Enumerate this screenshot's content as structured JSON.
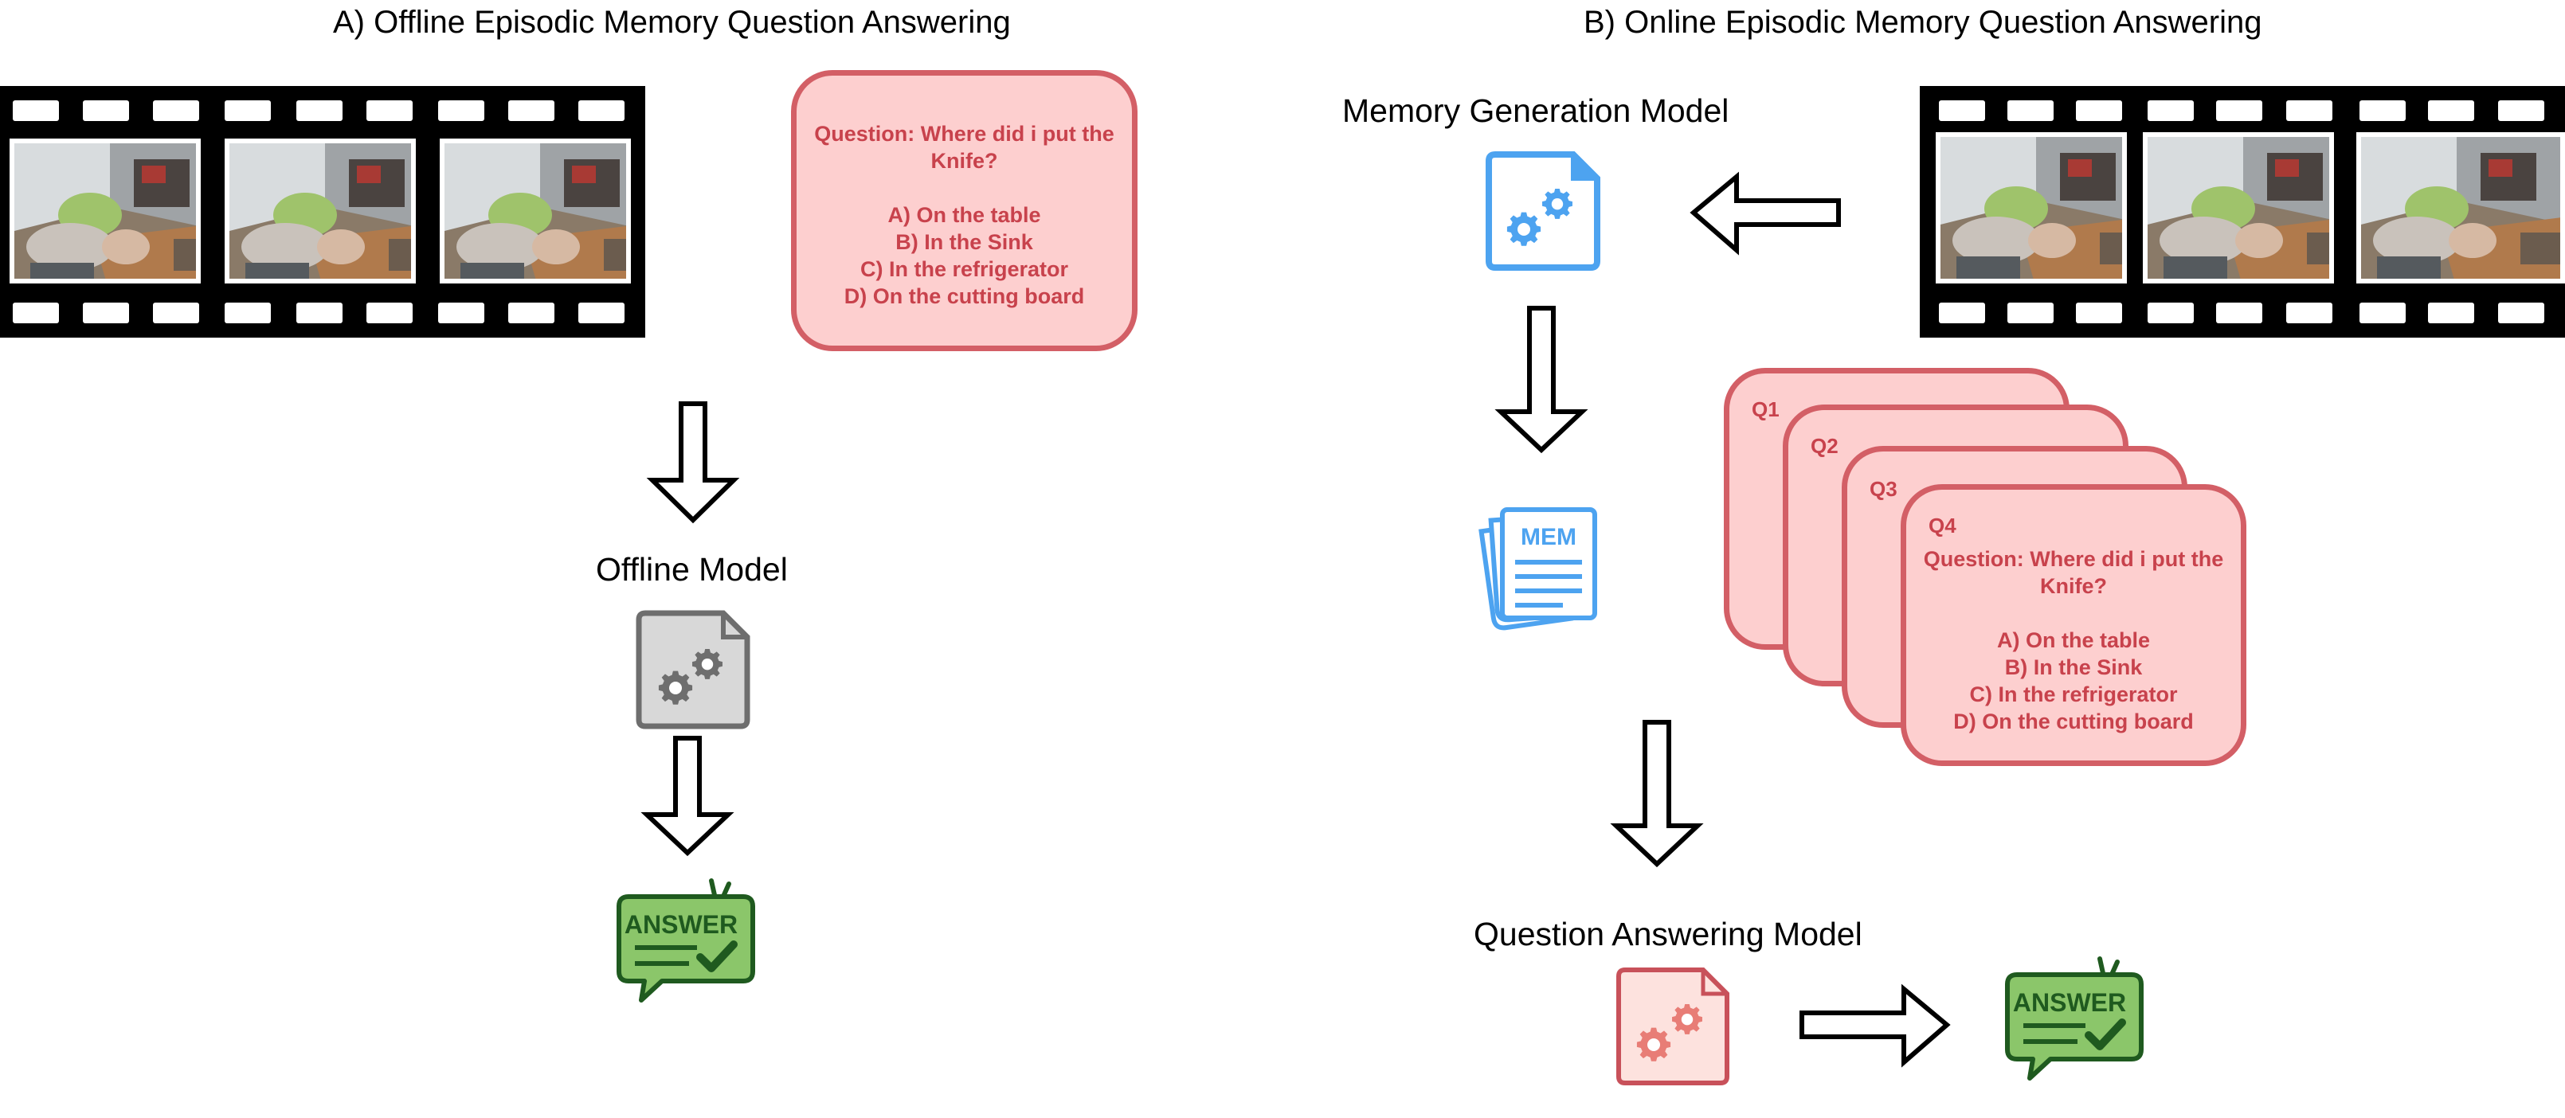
{
  "section_a": {
    "title": "A) Offline Episodic Memory Question Answering",
    "model_label": "Offline Model",
    "question": {
      "line1": "Question: Where did i put the",
      "line2": "Knife?",
      "options": [
        "A) On the table",
        "B) In the Sink",
        "C) In the refrigerator",
        "D) On the cutting board"
      ]
    },
    "answer_icon_text": "ANSWER"
  },
  "section_b": {
    "title": "B) Online Episodic Memory Question Answering",
    "memory_model_label": "Memory Generation Model",
    "qa_model_label": "Question Answering Model",
    "memory_icon_text": "MEM",
    "question_tags": [
      "Q1",
      "Q2",
      "Q3",
      "Q4"
    ],
    "question": {
      "line1": "Question: Where did i put the",
      "line2": "Knife?",
      "options": [
        "A) On the table",
        "B) In the Sink",
        "C) In the refrigerator",
        "D) On the cutting board"
      ]
    },
    "answer_icon_text": "ANSWER"
  },
  "colors": {
    "question_fill": "#fdcfcf",
    "question_border": "#d35f66",
    "question_text": "#c8424c",
    "memory_icon_blue": "#4da3f0",
    "offline_icon_gray": "#6e6e6e",
    "qa_icon_red": "#e87d76",
    "answer_green": "#8bc66a",
    "answer_dark_green": "#1f5a1f"
  },
  "icons": {
    "offline_model": "gear-document-icon",
    "memory_model": "gear-document-icon",
    "qa_model": "gear-document-icon",
    "memory": "memory-document-icon",
    "answer": "answer-speech-bubble-icon"
  }
}
